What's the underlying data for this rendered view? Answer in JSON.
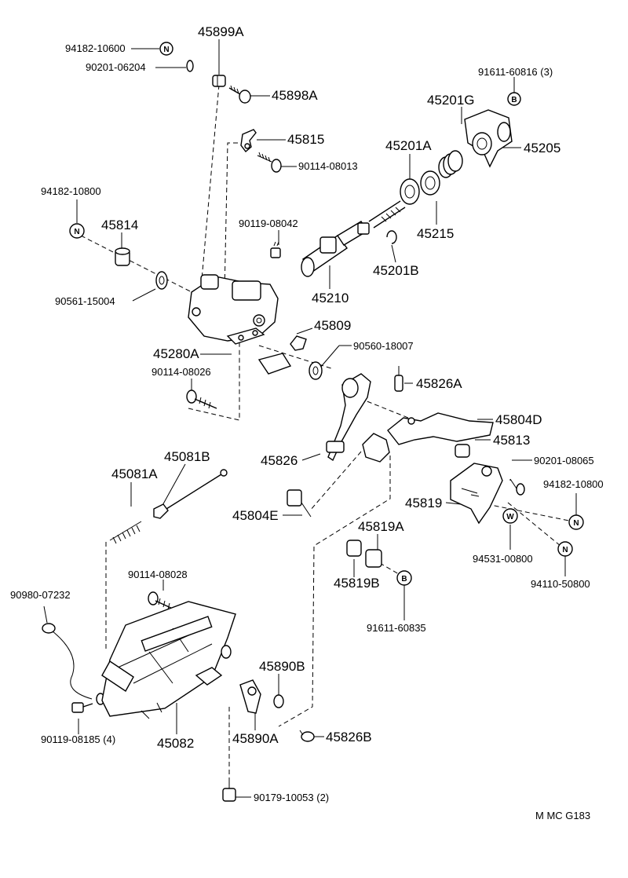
{
  "labels": {
    "p94182_10600": "94182-10600",
    "p90201_06204": "90201-06204",
    "p45899A": "45899A",
    "p45898A": "45898A",
    "p91611_60816": "91611-60816 (3)",
    "p45201G": "45201G",
    "p45205": "45205",
    "p45815": "45815",
    "p90114_08013": "90114-08013",
    "p45201A": "45201A",
    "p94182_10800_a": "94182-10800",
    "p90119_08042": "90119-08042",
    "p45814": "45814",
    "p45215": "45215",
    "p45201B": "45201B",
    "p45210": "45210",
    "p90561_15004": "90561-15004",
    "p45809": "45809",
    "p45280A": "45280A",
    "p90560_18007": "90560-18007",
    "p90114_08026": "90114-08026",
    "p45826A": "45826A",
    "p45804D": "45804D",
    "p45813": "45813",
    "p45081B": "45081B",
    "p45826": "45826",
    "p90201_08065": "90201-08065",
    "p45081A": "45081A",
    "p94182_10800_b": "94182-10800",
    "p45819": "45819",
    "p45804E": "45804E",
    "p45819A": "45819A",
    "p94531_00800": "94531-00800",
    "p94110_50800": "94110-50800",
    "p45819B": "45819B",
    "p90114_08028": "90114-08028",
    "p90980_07232": "90980-07232",
    "p91611_60835": "91611-60835",
    "p45890B": "45890B",
    "p90119_08185": "90119-08185 (4)",
    "p45082": "45082",
    "p45890A": "45890A",
    "p45826B": "45826B",
    "p90179_10053": "90179-10053 (2)",
    "footer_code": "M MC  G183"
  },
  "symbols": {
    "n": "N",
    "b": "B",
    "w": "W"
  }
}
